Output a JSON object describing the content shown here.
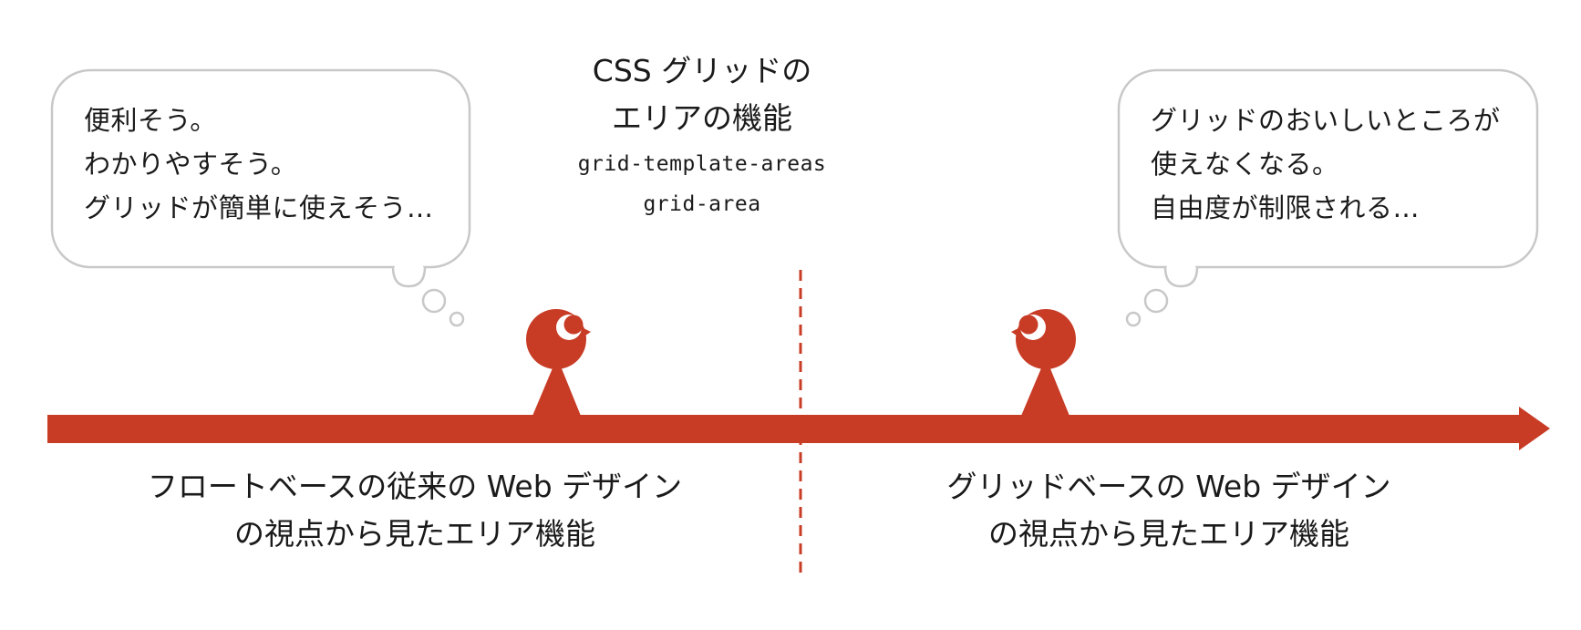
{
  "colors": {
    "accent": "#c83c26",
    "bubble_stroke": "#c8c8c8",
    "text": "#1a1a1a"
  },
  "center": {
    "title_lines": [
      "CSS グリッドの",
      "エリアの機能"
    ],
    "code_lines": [
      "grid-template-areas",
      "grid-area"
    ]
  },
  "left_bubble": {
    "lines": [
      "便利そう。",
      "わかりやすそう。",
      "グリッドが簡単に使えそう…"
    ]
  },
  "right_bubble": {
    "lines": [
      "グリッドのおいしいところが",
      "使えなくなる。",
      "自由度が制限される…"
    ]
  },
  "left_caption": {
    "lines": [
      "フロートベースの従来の Web デザイン",
      "の視点から見たエリア機能"
    ]
  },
  "right_caption": {
    "lines": [
      "グリッドベースの Web デザイン",
      "の視点から見たエリア機能"
    ]
  },
  "icons": {
    "left_character": "bird-character-icon",
    "right_character": "bird-character-icon",
    "arrow": "arrow-right-icon"
  }
}
